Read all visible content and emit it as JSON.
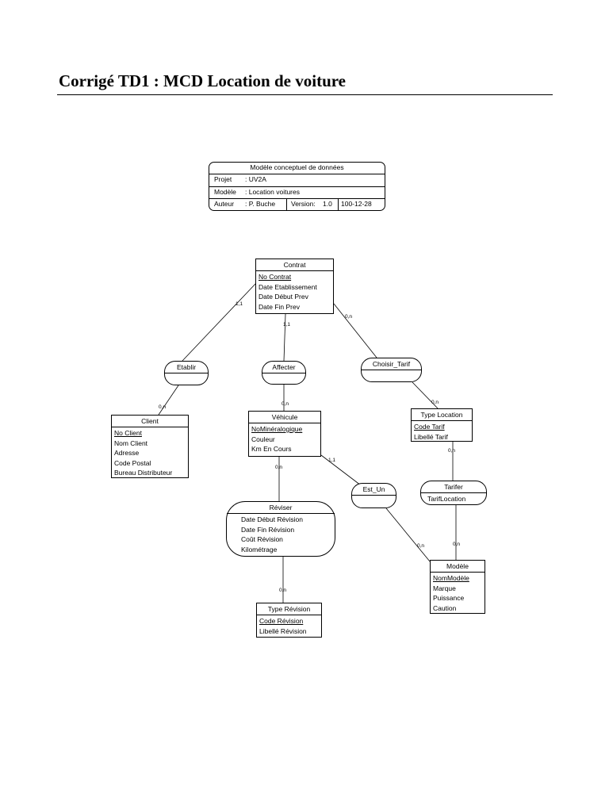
{
  "title": "Corrigé TD1 : MCD Location de voiture",
  "header_block": {
    "heading": "Modèle conceptuel de données",
    "projet_label": "Projet",
    "projet_value": ": UV2A",
    "modele_label": "Modèle",
    "modele_value": ": Location voitures",
    "auteur_label": "Auteur",
    "auteur_value": ": P. Buche",
    "version_label": "Version:",
    "version_value": "1.0",
    "date_value": "100-12-28"
  },
  "entities": {
    "contrat": {
      "name": "Contrat",
      "attributes": [
        "No Contrat",
        "Date Etablissement",
        "Date Début Prev",
        "Date Fin Prev"
      ]
    },
    "client": {
      "name": "Client",
      "attributes": [
        "No Client",
        "Nom Client",
        "Adresse",
        "Code Postal",
        "Bureau Distributeur"
      ]
    },
    "vehicule": {
      "name": "Véhicule",
      "attributes": [
        "NoMinéralogique",
        "Couleur",
        "Km En Cours"
      ]
    },
    "type_location": {
      "name": "Type Location",
      "attributes": [
        "Code Tarif",
        "Libellé Tarif"
      ]
    },
    "modele": {
      "name": "Modèle",
      "attributes": [
        "NomModèle",
        "Marque",
        "Puissance",
        "Caution"
      ]
    },
    "type_revision": {
      "name": "Type Révision",
      "attributes": [
        "Code Révision",
        "Libellé Révision"
      ]
    }
  },
  "associations": {
    "etablir": {
      "name": "Etablir",
      "attributes": []
    },
    "affecter": {
      "name": "Affecter",
      "attributes": []
    },
    "choisir_tarif": {
      "name": "Choisir_Tarif",
      "attributes": []
    },
    "reviser": {
      "name": "Réviser",
      "attributes": [
        "Date Début Révision",
        "Date Fin Révision",
        "Coût Révision",
        "Kilométrage"
      ]
    },
    "est_un": {
      "name": "Est_Un",
      "attributes": []
    },
    "tarifer": {
      "name": "Tarifer",
      "attributes": [
        "TarifLocation"
      ]
    }
  },
  "cardinalities": {
    "contrat_etablir": "1,1",
    "etablir_client": "0,n",
    "contrat_affecter": "1,1",
    "affecter_vehicule": "0,n",
    "contrat_choisir": "0,n",
    "choisir_typeloc": "0,n",
    "typeloc_tarifer": "0,n",
    "tarifer_modele": "0,n",
    "vehicule_estun": "1,1",
    "estun_modele": "0,n",
    "vehicule_reviser": "0,n",
    "reviser_typerev": "0,n"
  }
}
